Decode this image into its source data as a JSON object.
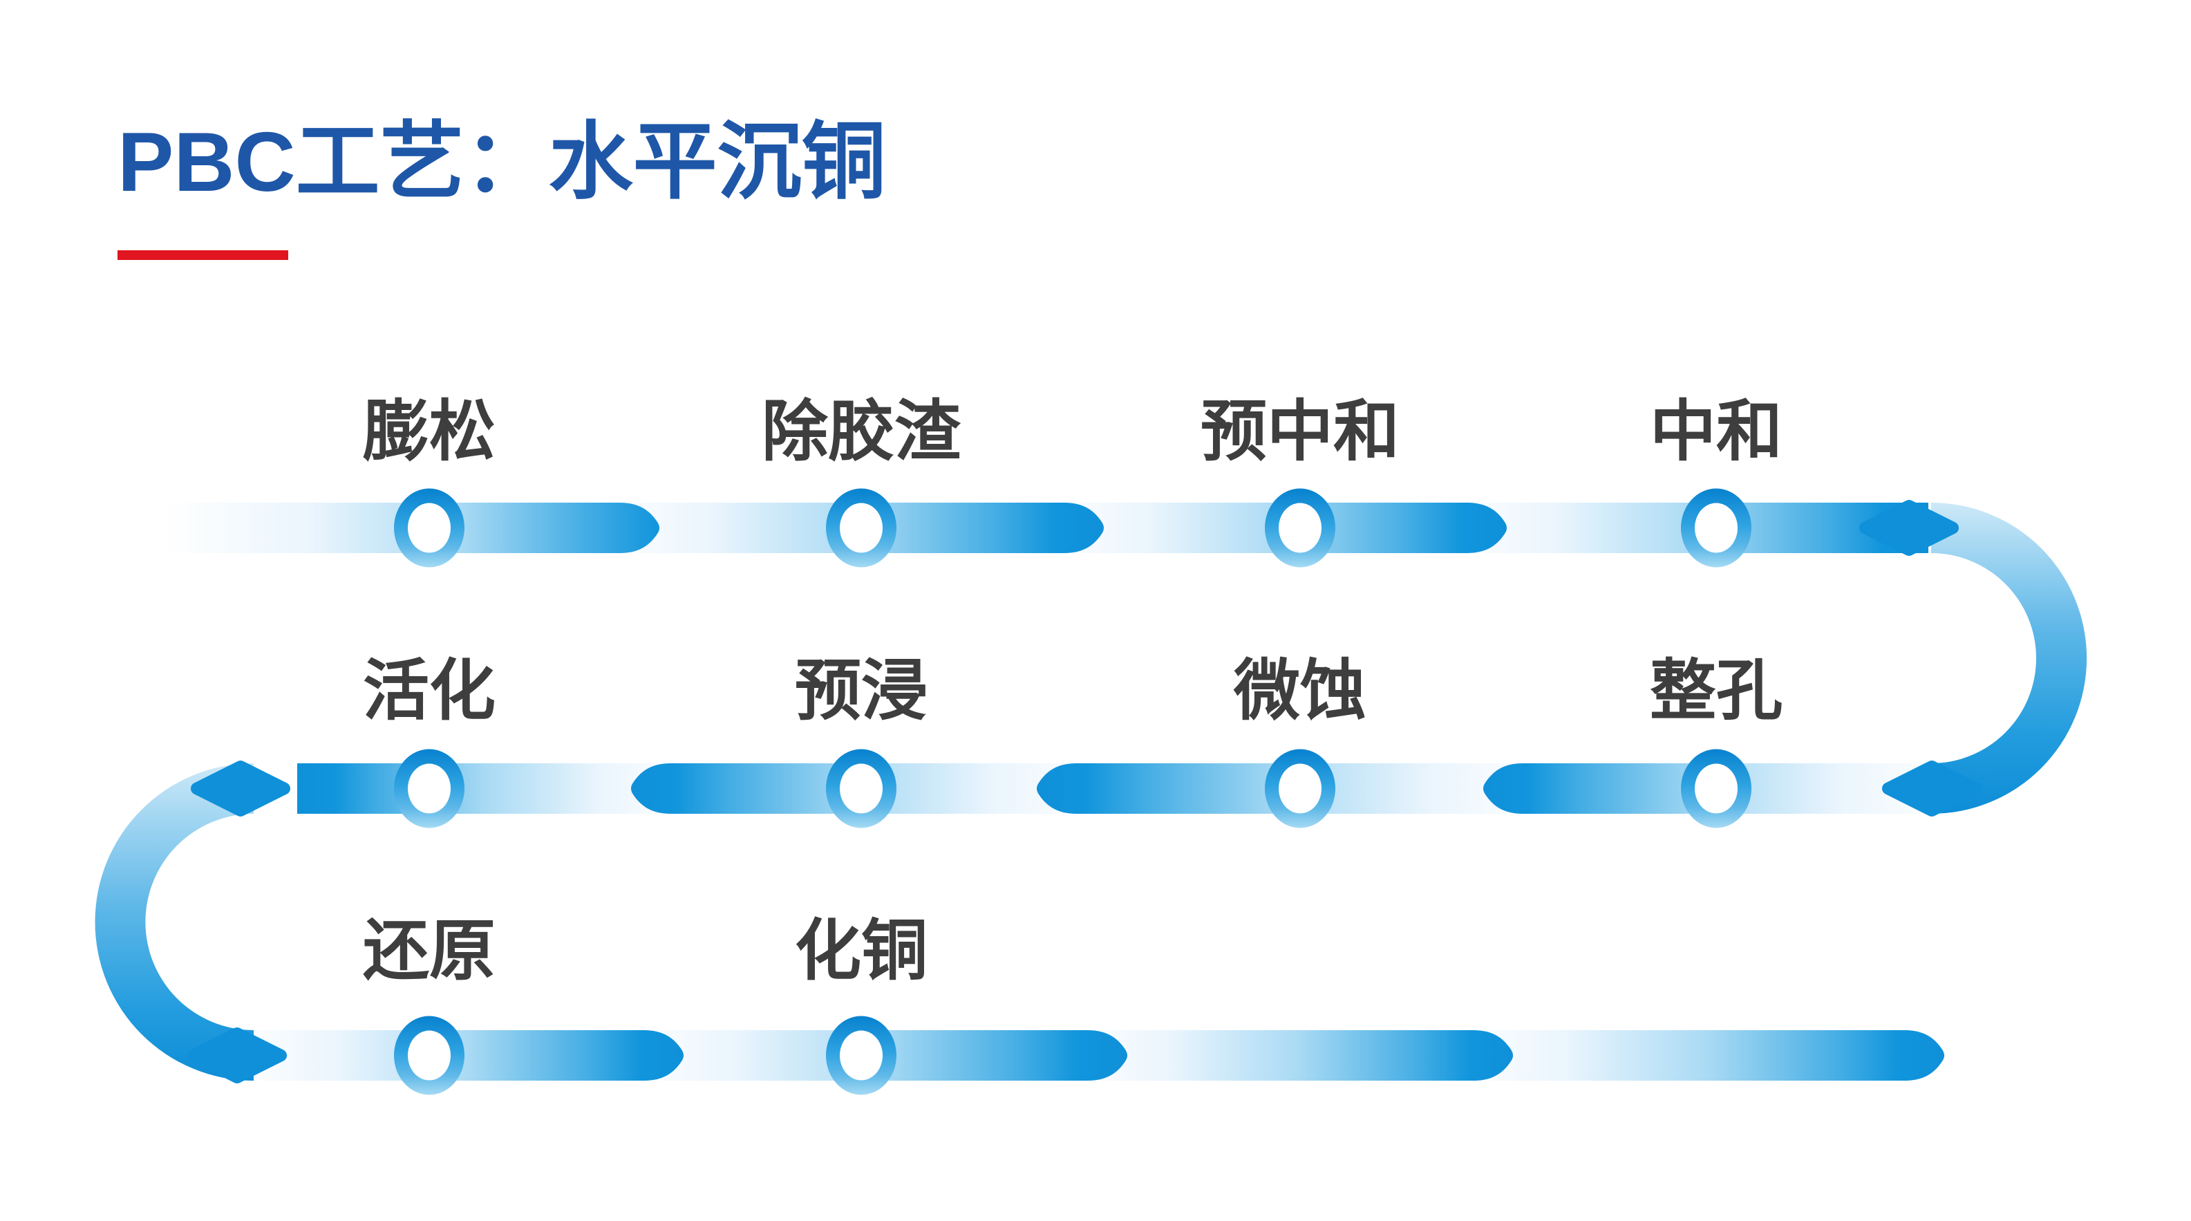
{
  "header": {
    "title": "PBC工艺：水平沉铜"
  },
  "flow": {
    "pattern": "serpentine-3-rows",
    "row1": {
      "direction": "left-to-right",
      "labels": [
        "膨松",
        "除胶渣",
        "预中和",
        "中和"
      ]
    },
    "row2": {
      "direction": "right-to-left",
      "labels": [
        "活化",
        "预浸",
        "微蚀",
        "整孔"
      ]
    },
    "row3": {
      "direction": "left-to-right",
      "labels": [
        "还原",
        "化铜"
      ]
    },
    "process_sequence": [
      "膨松",
      "除胶渣",
      "预中和",
      "中和",
      "整孔",
      "微蚀",
      "预浸",
      "活化",
      "还原",
      "化铜"
    ]
  },
  "colors": {
    "background": "#ffffff",
    "white": "#ffffff",
    "tail_white": "#fbfdff",
    "tail_light": "#eaf5fd",
    "band_light": "#a9daf4",
    "band_mid": "#44ade4",
    "band_dark": "#1195dc",
    "tip_dark": "#0f90d9",
    "curve_light": "#cde9f8",
    "curve_mid": "#5fb8e8",
    "curve_deep": "#229cde",
    "curve_dark": "#0d8dd7",
    "ring_top": "#0882cf",
    "ring_mid": "#2da2e1",
    "ring_bottom": "#a5daf4",
    "label": "#3e3e3e",
    "title": "#1f57a8",
    "red": "#e01520"
  }
}
